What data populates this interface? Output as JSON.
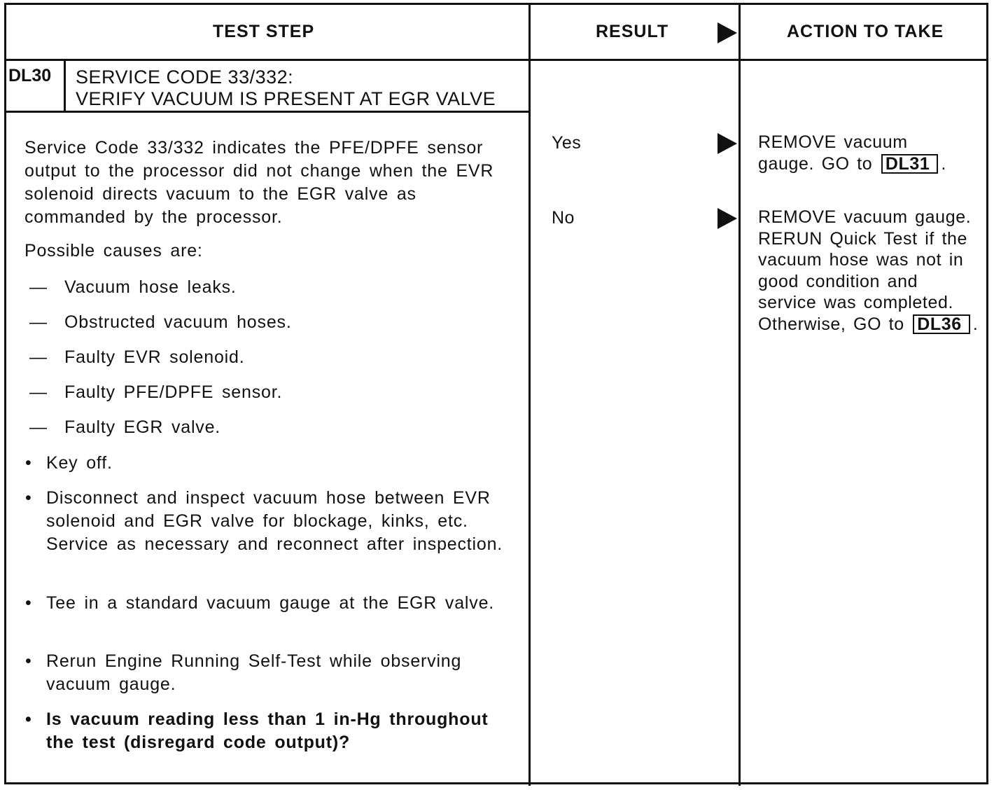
{
  "header": {
    "test_step": "TEST STEP",
    "result": "RESULT",
    "action": "ACTION TO TAKE"
  },
  "step": {
    "id": "DL30",
    "title_line1": "SERVICE CODE 33/332:",
    "title_line2": "VERIFY VACUUM IS PRESENT AT EGR VALVE",
    "description": "Service Code 33/332 indicates the PFE/DPFE sensor output to the processor did not change when the EVR solenoid directs vacuum to the EGR valve as commanded by the processor.",
    "causes_label": "Possible causes are:",
    "causes": [
      "Vacuum hose leaks.",
      "Obstructed vacuum hoses.",
      "Faulty EVR solenoid.",
      "Faulty PFE/DPFE sensor.",
      "Faulty EGR valve."
    ],
    "steps": [
      "Key off.",
      "Disconnect and inspect vacuum hose between EVR solenoid and EGR valve for blockage, kinks, etc. Service as necessary and reconnect after inspection.",
      "Tee in a standard vacuum gauge at the EGR valve.",
      "Rerun Engine Running Self-Test while observing vacuum gauge.",
      "Is vacuum reading less than 1 in-Hg throughout the test (disregard code output)?"
    ]
  },
  "results": {
    "yes": {
      "label": "Yes",
      "action_line1": "REMOVE vacuum",
      "action_line2": "gauge. GO to",
      "ref": "DL31",
      "end": "."
    },
    "no": {
      "label": "No",
      "action_text": "REMOVE vacuum gauge. RERUN Quick Test if the vacuum hose was not in good condition and service was completed. Otherwise, GO to",
      "ref": "DL36",
      "end": "."
    }
  }
}
